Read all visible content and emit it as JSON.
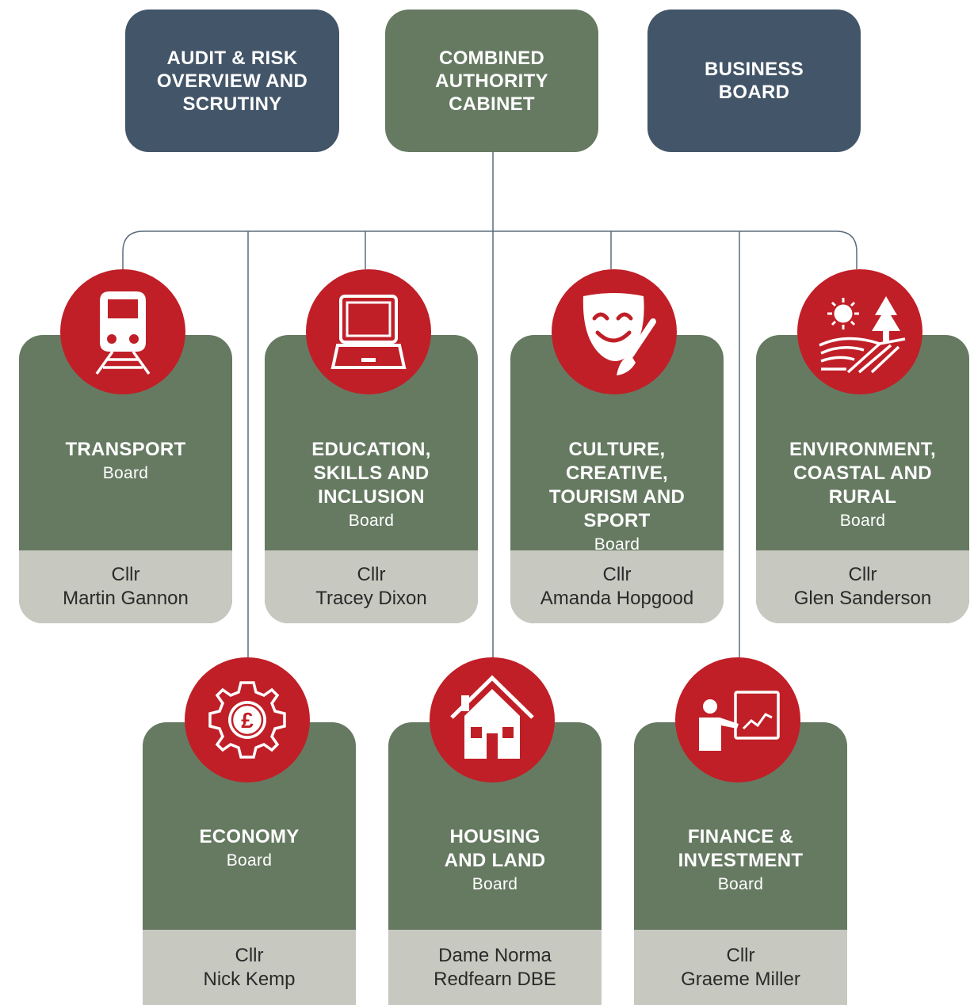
{
  "top": {
    "audit": "AUDIT & RISK\nOVERVIEW AND\nSCRUTINY",
    "cabinet": "COMBINED\nAUTHORITY\nCABINET",
    "business": "BUSINESS\nBOARD"
  },
  "boards": [
    {
      "title": "TRANSPORT",
      "subtitle": "Board",
      "chair": "Cllr\nMartin Gannon",
      "icon": "train-icon"
    },
    {
      "title": "EDUCATION,\nSKILLS AND\nINCLUSION",
      "subtitle": "Board",
      "chair": "Cllr\nTracey Dixon",
      "icon": "laptop-icon"
    },
    {
      "title": "CULTURE,\nCREATIVE,\nTOURISM AND\nSPORT",
      "subtitle": "Board",
      "chair": "Cllr\nAmanda Hopgood",
      "icon": "theatre-mask-icon"
    },
    {
      "title": "ENVIRONMENT,\nCOASTAL AND\nRURAL",
      "subtitle": "Board",
      "chair": "Cllr\nGlen Sanderson",
      "icon": "landscape-icon"
    },
    {
      "title": "ECONOMY",
      "subtitle": "Board",
      "chair": "Cllr\nNick Kemp",
      "icon": "gear-pound-icon"
    },
    {
      "title": "HOUSING\nAND LAND",
      "subtitle": "Board",
      "chair": "Dame Norma\nRedfearn DBE",
      "icon": "house-icon"
    },
    {
      "title": "FINANCE &\nINVESTMENT",
      "subtitle": "Board",
      "chair": "Cllr\nGraeme Miller",
      "icon": "presentation-icon"
    }
  ],
  "colors": {
    "dark_blue": "#435568",
    "green": "#667a62",
    "red": "#c01f27",
    "grey": "#c7c8c0",
    "line": "#5b6b7d"
  }
}
